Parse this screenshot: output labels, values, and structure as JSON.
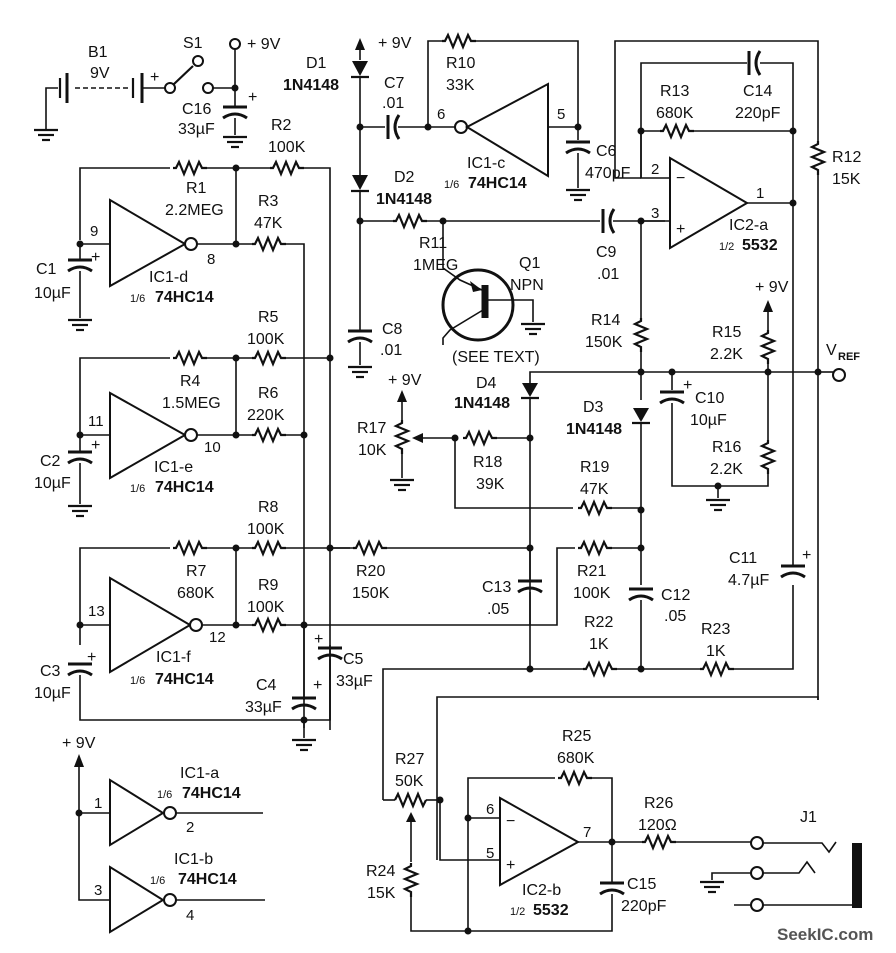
{
  "title": "Audio oscillator schematic",
  "watermark": "SeekIC.com",
  "supply": "+ 9V",
  "battery": {
    "ref": "B1",
    "value": "9V"
  },
  "switch": {
    "ref": "S1"
  },
  "vref": {
    "main": "V",
    "sub": "REF"
  },
  "see_text": "(SEE TEXT)",
  "fraction_sixth": "1/6",
  "fraction_half": "1/2",
  "resistors": {
    "R1": {
      "ref": "R1",
      "value": "2.2MEG"
    },
    "R2": {
      "ref": "R2",
      "value": "100K"
    },
    "R3": {
      "ref": "R3",
      "value": "47K"
    },
    "R4": {
      "ref": "R4",
      "value": "1.5MEG"
    },
    "R5": {
      "ref": "R5",
      "value": "100K"
    },
    "R6": {
      "ref": "R6",
      "value": "220K"
    },
    "R7": {
      "ref": "R7",
      "value": "680K"
    },
    "R8": {
      "ref": "R8",
      "value": "100K"
    },
    "R9": {
      "ref": "R9",
      "value": "100K"
    },
    "R10": {
      "ref": "R10",
      "value": "33K"
    },
    "R11": {
      "ref": "R11",
      "value": "1MEG"
    },
    "R12": {
      "ref": "R12",
      "value": "15K"
    },
    "R13": {
      "ref": "R13",
      "value": "680K"
    },
    "R14": {
      "ref": "R14",
      "value": "150K"
    },
    "R15": {
      "ref": "R15",
      "value": "2.2K"
    },
    "R16": {
      "ref": "R16",
      "value": "2.2K"
    },
    "R17": {
      "ref": "R17",
      "value": "10K"
    },
    "R18": {
      "ref": "R18",
      "value": "39K"
    },
    "R19": {
      "ref": "R19",
      "value": "47K"
    },
    "R20": {
      "ref": "R20",
      "value": "150K"
    },
    "R21": {
      "ref": "R21",
      "value": "100K"
    },
    "R22": {
      "ref": "R22",
      "value": "1K"
    },
    "R23": {
      "ref": "R23",
      "value": "1K"
    },
    "R24": {
      "ref": "R24",
      "value": "15K"
    },
    "R25": {
      "ref": "R25",
      "value": "680K"
    },
    "R26": {
      "ref": "R26",
      "value": "120Ω"
    },
    "R27": {
      "ref": "R27",
      "value": "50K"
    }
  },
  "capacitors": {
    "C1": {
      "ref": "C1",
      "value": "10µF"
    },
    "C2": {
      "ref": "C2",
      "value": "10µF"
    },
    "C3": {
      "ref": "C3",
      "value": "10µF"
    },
    "C4": {
      "ref": "C4",
      "value": "33µF"
    },
    "C5": {
      "ref": "C5",
      "value": "33µF"
    },
    "C6": {
      "ref": "C6",
      "value": "470pF"
    },
    "C7": {
      "ref": "C7",
      "value": ".01"
    },
    "C8": {
      "ref": "C8",
      "value": ".01"
    },
    "C9": {
      "ref": "C9",
      "value": ".01"
    },
    "C10": {
      "ref": "C10",
      "value": "10µF"
    },
    "C11": {
      "ref": "C11",
      "value": "4.7µF"
    },
    "C12": {
      "ref": "C12",
      "value": ".05"
    },
    "C13": {
      "ref": "C13",
      "value": ".05"
    },
    "C14": {
      "ref": "C14",
      "value": "220pF"
    },
    "C15": {
      "ref": "C15",
      "value": "220pF"
    },
    "C16": {
      "ref": "C16",
      "value": "33µF"
    }
  },
  "diodes": {
    "D1": {
      "ref": "D1",
      "value": "1N4148"
    },
    "D2": {
      "ref": "D2",
      "value": "1N4148"
    },
    "D3": {
      "ref": "D3",
      "value": "1N4148"
    },
    "D4": {
      "ref": "D4",
      "value": "1N4148"
    }
  },
  "transistor": {
    "ref": "Q1",
    "type": "NPN"
  },
  "jack": {
    "ref": "J1"
  },
  "ics": {
    "IC1a": {
      "ref": "IC1-a",
      "part": "74HC14",
      "pin_in": "1",
      "pin_out": "2"
    },
    "IC1b": {
      "ref": "IC1-b",
      "part": "74HC14",
      "pin_in": "3",
      "pin_out": "4"
    },
    "IC1c": {
      "ref": "IC1-c",
      "part": "74HC14",
      "pin_in": "6",
      "pin_out": "5"
    },
    "IC1d": {
      "ref": "IC1-d",
      "part": "74HC14",
      "pin_in": "9",
      "pin_out": "8"
    },
    "IC1e": {
      "ref": "IC1-e",
      "part": "74HC14",
      "pin_in": "11",
      "pin_out": "10"
    },
    "IC1f": {
      "ref": "IC1-f",
      "part": "74HC14",
      "pin_in": "13",
      "pin_out": "12"
    },
    "IC2a": {
      "ref": "IC2-a",
      "part": "5532",
      "pin_inv": "2",
      "pin_noninv": "3",
      "pin_out": "1"
    },
    "IC2b": {
      "ref": "IC2-b",
      "part": "5532",
      "pin_inv": "6",
      "pin_noninv": "5",
      "pin_out": "7"
    }
  },
  "polarity": {
    "plus": "+",
    "minus": "−"
  }
}
